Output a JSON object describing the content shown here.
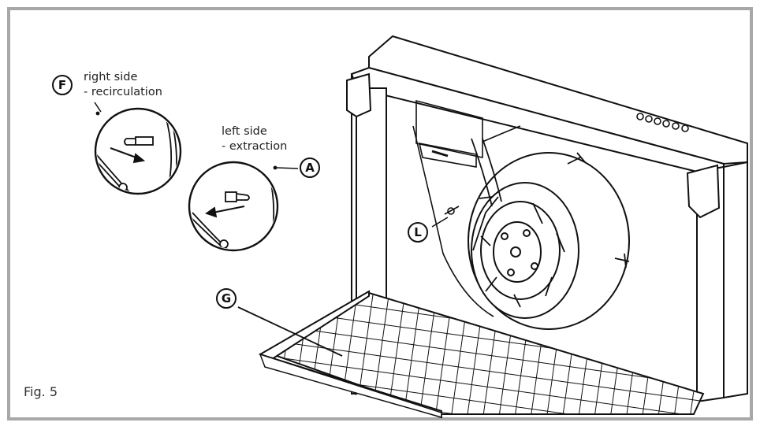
{
  "figure_label": "Fig. 5",
  "callouts": {
    "F": "F",
    "A": "A",
    "L": "L",
    "G": "G"
  },
  "annotations": {
    "right_side_line1": "right side",
    "right_side_line2": "- recirculation",
    "left_side_line1": "left side",
    "left_side_line2": "- extraction"
  },
  "colors": {
    "frame_border": "#a8a8a8",
    "line_art": "#111111"
  }
}
